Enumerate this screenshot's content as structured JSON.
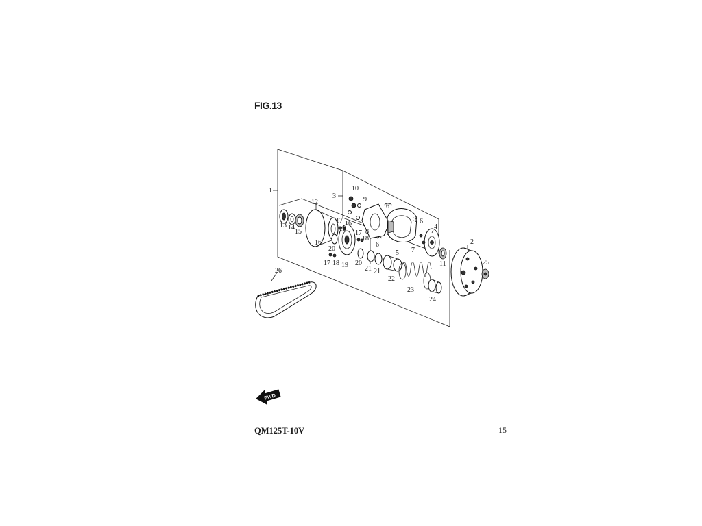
{
  "header": {
    "figure_title": "FIG.13"
  },
  "footer": {
    "model": "QM125T-10V",
    "page_dash": "—",
    "page_number": "15"
  },
  "fwd_label": "FWD",
  "callouts": {
    "c1": "1",
    "c2": "2",
    "c3": "3",
    "c4": "4",
    "c5": "5",
    "c6a": "6",
    "c6b": "6",
    "c6c": "6",
    "c7": "7",
    "c8": "8",
    "c9": "9",
    "c10": "10",
    "c11": "11",
    "c12": "12",
    "c13": "13",
    "c14": "14",
    "c15": "15",
    "c16": "16",
    "c16b": "16",
    "c17a": "17",
    "c17b": "17",
    "c17c": "17",
    "c18a": "18",
    "c18b": "18",
    "c18c": "18",
    "c19": "19",
    "c20a": "20",
    "c20b": "20",
    "c21a": "21",
    "c21b": "21",
    "c22": "22",
    "c23": "23",
    "c24": "24",
    "c25": "25",
    "c26": "26"
  },
  "colors": {
    "line": "#222222",
    "part_fill": "#ffffff",
    "dark_fill": "#333333"
  },
  "icons": {
    "fwd_arrow": "fwd-arrow-icon"
  }
}
